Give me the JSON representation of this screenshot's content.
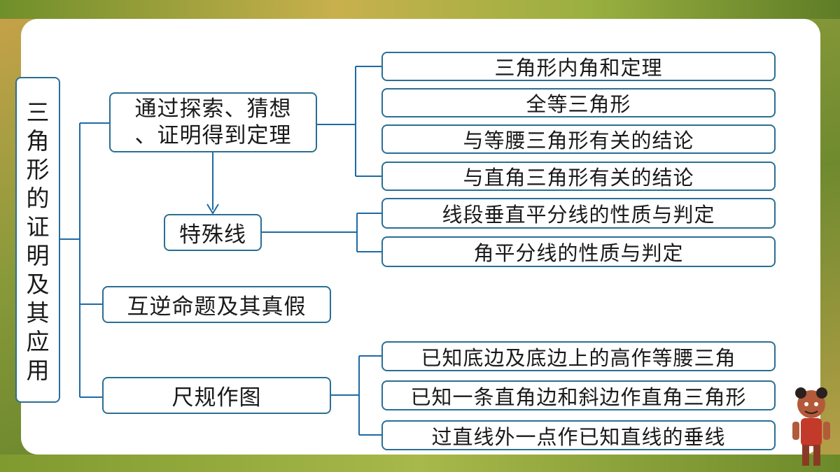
{
  "root": {
    "title_chars": [
      "三",
      "角",
      "形",
      "的",
      "证",
      "明",
      "及",
      "其",
      "应",
      "用"
    ]
  },
  "branches": {
    "proof": {
      "line1": "通过探索、猜想",
      "line2": "、证明得到定理"
    },
    "special": {
      "label": "特殊线"
    },
    "inverse": {
      "label": "互逆命题及其真假"
    },
    "construction": {
      "label": "尺规作图"
    }
  },
  "leaves": {
    "proof": [
      "三角形内角和定理",
      "全等三角形",
      "与等腰三角形有关的结论",
      "与直角三角形有关的结论"
    ],
    "special": [
      "线段垂直平分线的性质与判定",
      "角平分线的性质与判定"
    ],
    "construction": [
      "已知底边及底边上的高作等腰三角",
      "已知一条直角边和斜边作直角三角形",
      "过直线外一点作已知直线的垂线"
    ]
  },
  "colors": {
    "line": "#1e6aa6",
    "border": "#2a6f93",
    "background": "#7e9436"
  }
}
